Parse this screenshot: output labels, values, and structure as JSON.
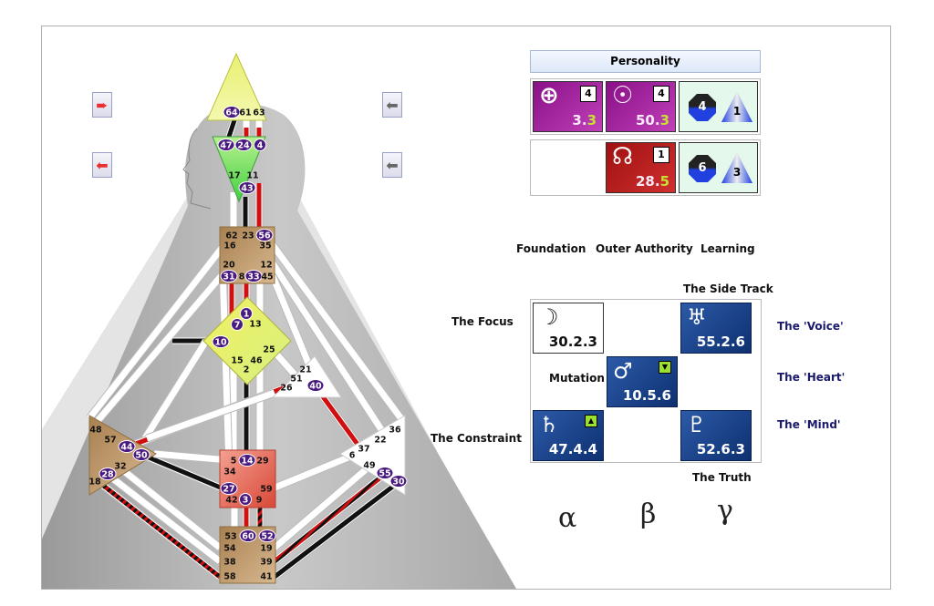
{
  "nav_buttons": [
    {
      "name": "design-forward-button",
      "icon": "red-arrow-right-icon"
    },
    {
      "name": "design-back-button",
      "icon": "red-arrow-left-icon"
    },
    {
      "name": "personality-back-button",
      "icon": "gray-arrow-left-icon"
    },
    {
      "name": "personality-back-button-2",
      "icon": "gray-arrow-left-icon"
    }
  ],
  "personality": {
    "title": "Personality",
    "row1": [
      {
        "planet": "earth",
        "symbol": "⊕",
        "value_main": "3.",
        "value_sub": "3",
        "line_badge": "4"
      },
      {
        "planet": "sun",
        "symbol": "☉",
        "value_main": "50.",
        "value_sub": "3",
        "line_badge": "4"
      }
    ],
    "row1_shapes": {
      "octagon": "4",
      "triangle": "1"
    },
    "row2": [
      {
        "planet": "north-node",
        "symbol": "☊",
        "value_main": "28.",
        "value_sub": "5",
        "line_badge": "1"
      }
    ],
    "row2_shapes": {
      "octagon": "6",
      "triangle": "3"
    }
  },
  "variables": {
    "headers": [
      "Foundation",
      "Outer Authority",
      "Learning"
    ],
    "side_track": "The Side Track",
    "focus": "The Focus",
    "mutation": "Mutation",
    "constraint": "The Constraint",
    "voice": "The 'Voice'",
    "heart": "The 'Heart'",
    "mind": "The 'Mind'",
    "truth": "The Truth",
    "cells": {
      "moon": {
        "symbol": "☽",
        "value": "30.2.3"
      },
      "uranus": {
        "symbol": "♅",
        "value": "55.2.6"
      },
      "mars": {
        "symbol": "♂",
        "value": "10.5.6",
        "arrow": "down"
      },
      "saturn": {
        "symbol": "♄",
        "value": "47.4.4",
        "arrow": "up"
      },
      "pluto": {
        "symbol": "♇",
        "value": "52.6.3"
      }
    },
    "greek": [
      "α",
      "β",
      "γ"
    ]
  },
  "colors": {
    "accent_purple": "#9a1e96",
    "red": "#b01818",
    "blue": "#1a4690",
    "gate_active": "#4a1a80"
  },
  "bodygraph": {
    "head": [
      {
        "n": "64",
        "a": true
      },
      {
        "n": "61"
      },
      {
        "n": "63"
      }
    ],
    "ajna": [
      {
        "n": "47",
        "a": true
      },
      {
        "n": "24",
        "a": true
      },
      {
        "n": "4",
        "a": true
      },
      {
        "n": "17"
      },
      {
        "n": "11"
      },
      {
        "n": "43",
        "a": true
      }
    ],
    "throat": [
      {
        "n": "62"
      },
      {
        "n": "23"
      },
      {
        "n": "56",
        "a": true
      },
      {
        "n": "16"
      },
      {
        "n": "35"
      },
      {
        "n": "20"
      },
      {
        "n": "12"
      },
      {
        "n": "31",
        "a": true
      },
      {
        "n": "8"
      },
      {
        "n": "33",
        "a": true
      },
      {
        "n": "45"
      }
    ],
    "g": [
      {
        "n": "1",
        "a": true
      },
      {
        "n": "7",
        "a": true
      },
      {
        "n": "13"
      },
      {
        "n": "10",
        "a": true
      },
      {
        "n": "25"
      },
      {
        "n": "15"
      },
      {
        "n": "46"
      },
      {
        "n": "2"
      }
    ],
    "ego": [
      {
        "n": "21"
      },
      {
        "n": "51"
      },
      {
        "n": "26"
      },
      {
        "n": "40",
        "a": true
      }
    ],
    "spleen": [
      {
        "n": "48"
      },
      {
        "n": "57"
      },
      {
        "n": "44",
        "a": true
      },
      {
        "n": "50",
        "a": true
      },
      {
        "n": "32"
      },
      {
        "n": "28",
        "a": true
      },
      {
        "n": "18"
      }
    ],
    "solar_plexus": [
      {
        "n": "36"
      },
      {
        "n": "22"
      },
      {
        "n": "37"
      },
      {
        "n": "6"
      },
      {
        "n": "49"
      },
      {
        "n": "55",
        "a": true
      },
      {
        "n": "30",
        "a": true
      }
    ],
    "sacral": [
      {
        "n": "5"
      },
      {
        "n": "14",
        "a": true
      },
      {
        "n": "29"
      },
      {
        "n": "34"
      },
      {
        "n": "27",
        "a": true
      },
      {
        "n": "59"
      },
      {
        "n": "42"
      },
      {
        "n": "3",
        "a": true
      },
      {
        "n": "9"
      }
    ],
    "root": [
      {
        "n": "53"
      },
      {
        "n": "60",
        "a": true
      },
      {
        "n": "52",
        "a": true
      },
      {
        "n": "54"
      },
      {
        "n": "19"
      },
      {
        "n": "38"
      },
      {
        "n": "39"
      },
      {
        "n": "58"
      },
      {
        "n": "41"
      }
    ]
  }
}
